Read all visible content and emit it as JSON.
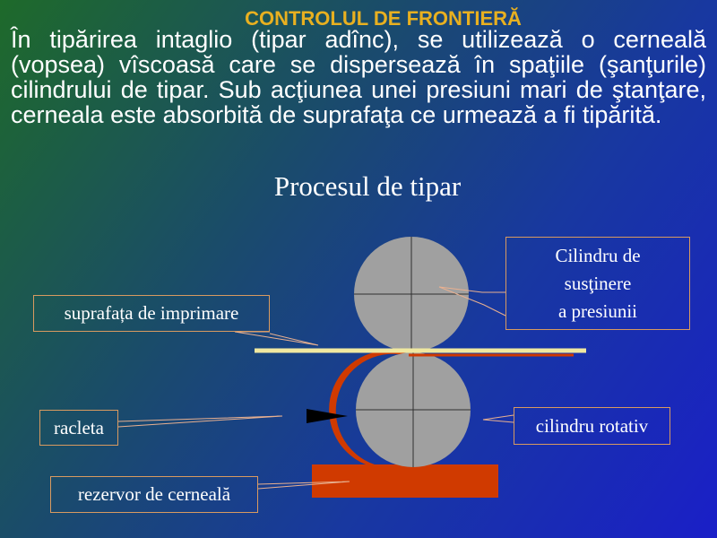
{
  "slide": {
    "title": "CONTROLUL DE FRONTIERĂ",
    "intro": "În tipărirea intaglio (tipar adînc), se utilizează o cerneală (vopsea) vîscoasă care se dispersează în spaţiile (şanţurile) cilindrului de tipar. Sub acţiunea unei presiuni mari de ştanţare, cerneala este absorbită de suprafaţa ce urmează a fi tipărită.",
    "subtitle": "Procesul de tipar"
  },
  "labels": {
    "support_line1": "Cilindru de",
    "support_line2": "susţinere",
    "support_line3": "a presiunii",
    "surface": "suprafața de imprimare",
    "racleta": "racleta",
    "rotativ": "cilindru rotativ",
    "rezervor": "rezervor de cerneală"
  },
  "colors": {
    "title": "#e8b020",
    "text": "#ffffff",
    "cylinder": "#a0a0a0",
    "ink": "#d03a00",
    "paper": "#f0e8a0",
    "leader": "#e8b090"
  }
}
